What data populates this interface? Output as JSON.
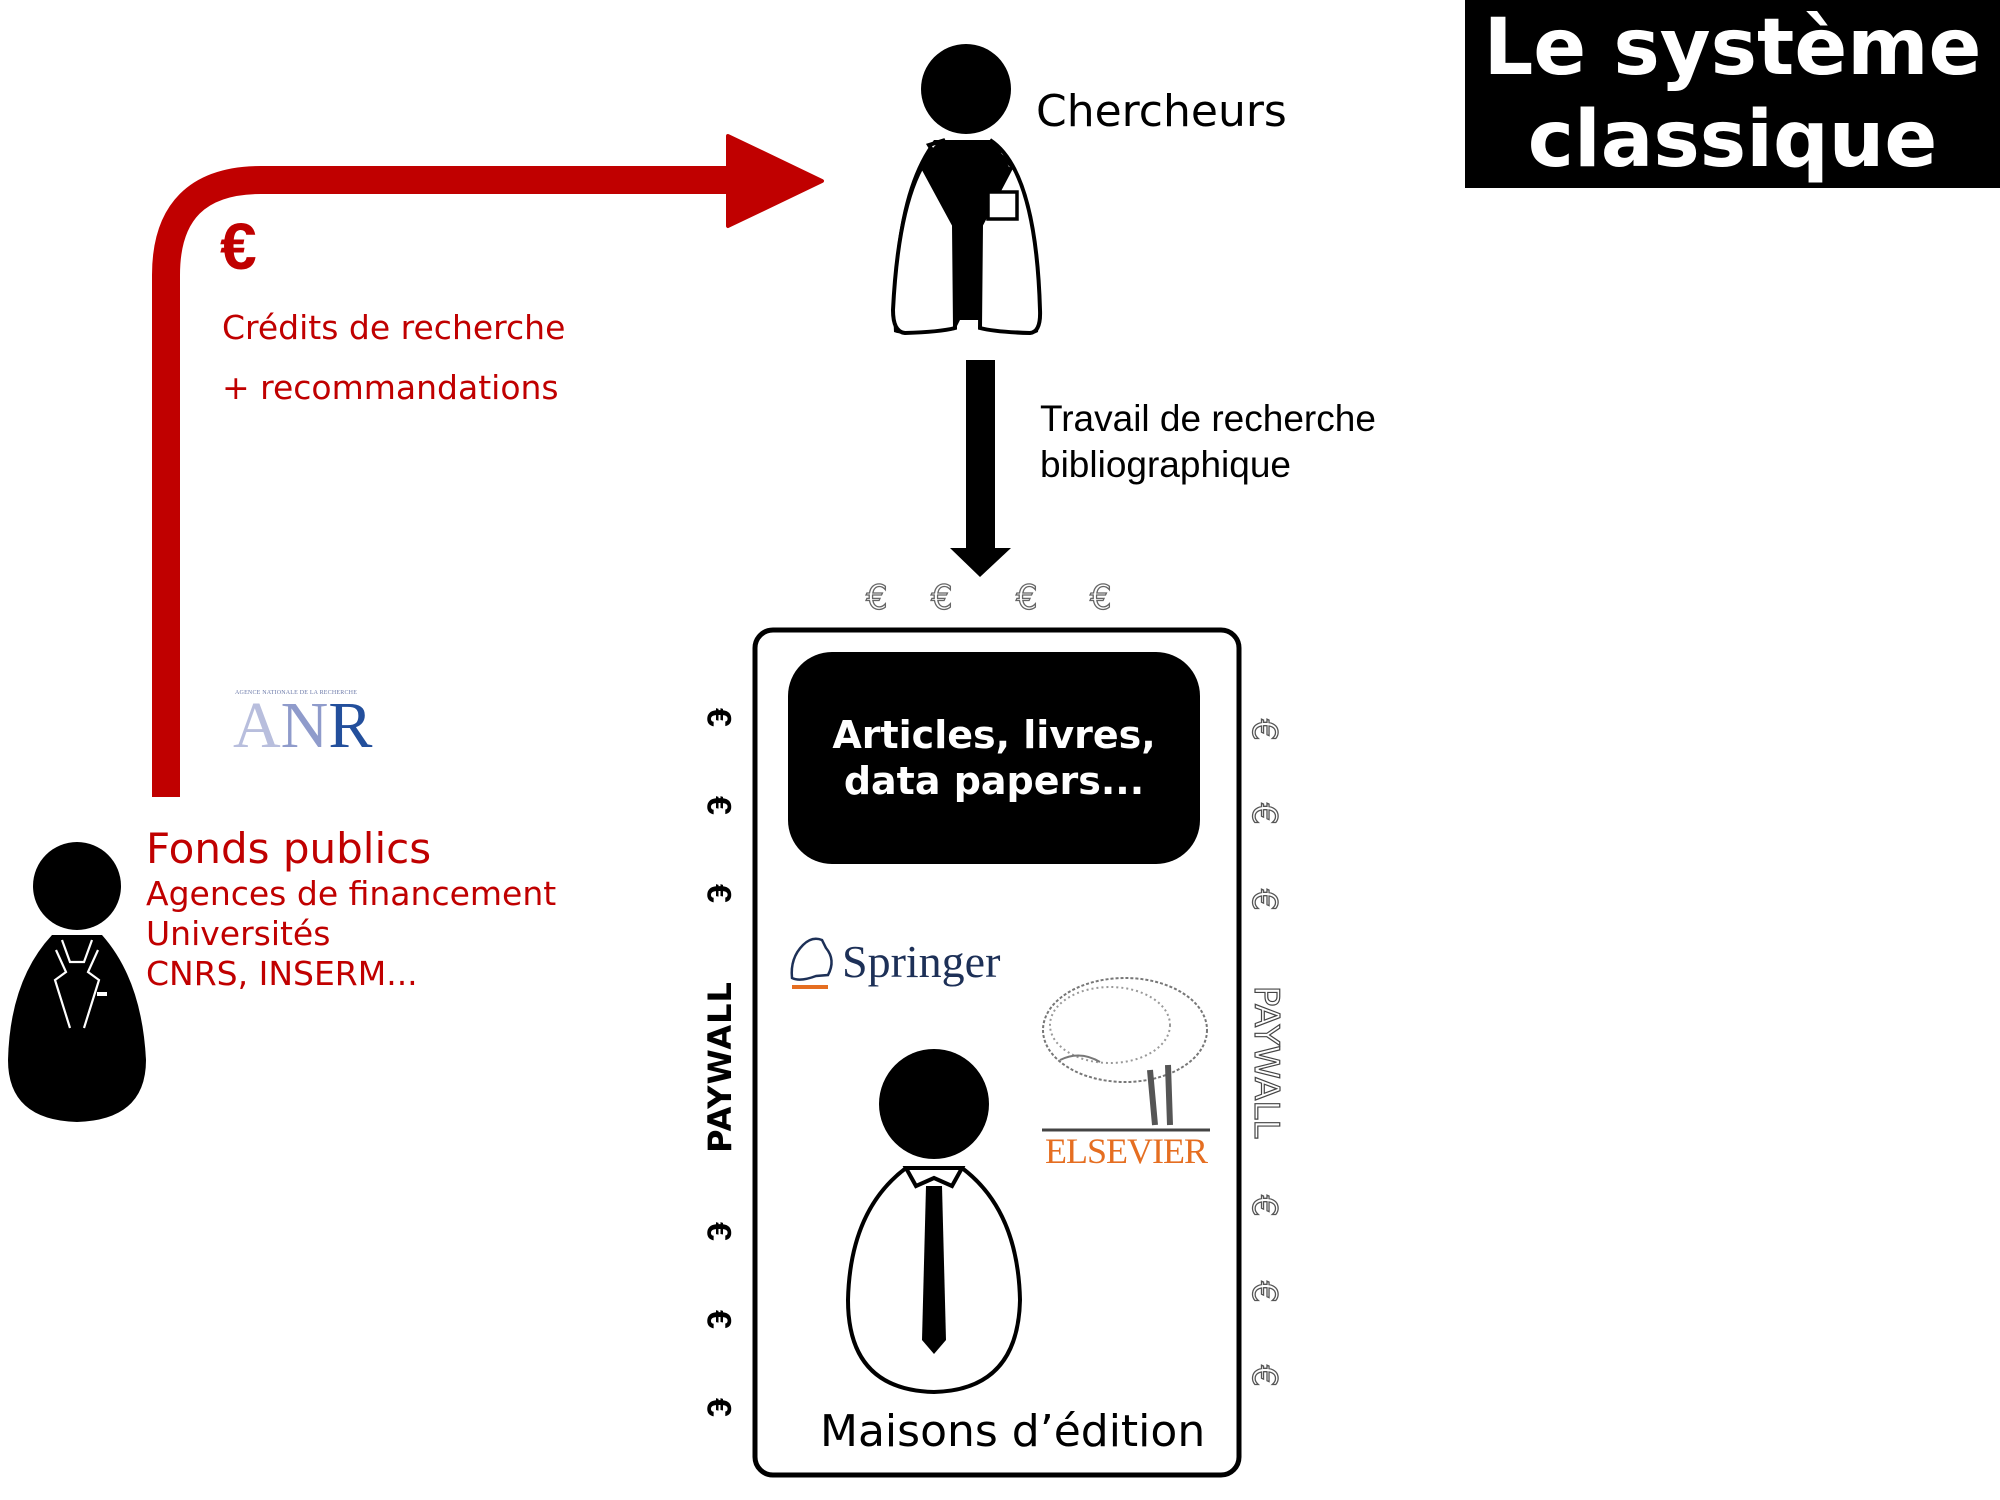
{
  "title": {
    "line1": "Le système",
    "line2": "classique"
  },
  "colors": {
    "accent_red": "#c00000",
    "black": "#000000",
    "springer_blue": "#1d3057",
    "elsevier_orange": "#e56e21",
    "anr_blue": "#234f9c"
  },
  "funding_arrow": {
    "currency_symbol": "€",
    "line1": "Crédits de recherche",
    "line2": "+ recommandations"
  },
  "anr_logo": {
    "tagline": "AGENCE NATIONALE DE LA RECHERCHE",
    "letters": [
      "A",
      "N",
      "R"
    ]
  },
  "public_funds": {
    "title": "Fonds publics",
    "items": [
      "Agences de financement",
      "Universités",
      "CNRS, INSERM..."
    ]
  },
  "researchers": {
    "label": "Chercheurs"
  },
  "research_flow": {
    "line1": "Travail de recherche",
    "line2": "bibliographique"
  },
  "publishers": {
    "content_box": {
      "line1": "Articles, livres,",
      "line2": "data papers..."
    },
    "springer_label": "Springer",
    "elsevier_label": "ELSEVIER",
    "label": "Maisons d’édition",
    "paywall_label": "PAYWALL",
    "euro_symbol": "€"
  },
  "icons": [
    "euro-icon",
    "researcher-icon",
    "funder-icon",
    "publisher-icon",
    "arrow-right-icon",
    "arrow-down-icon",
    "springer-horse-icon",
    "elsevier-tree-icon"
  ]
}
